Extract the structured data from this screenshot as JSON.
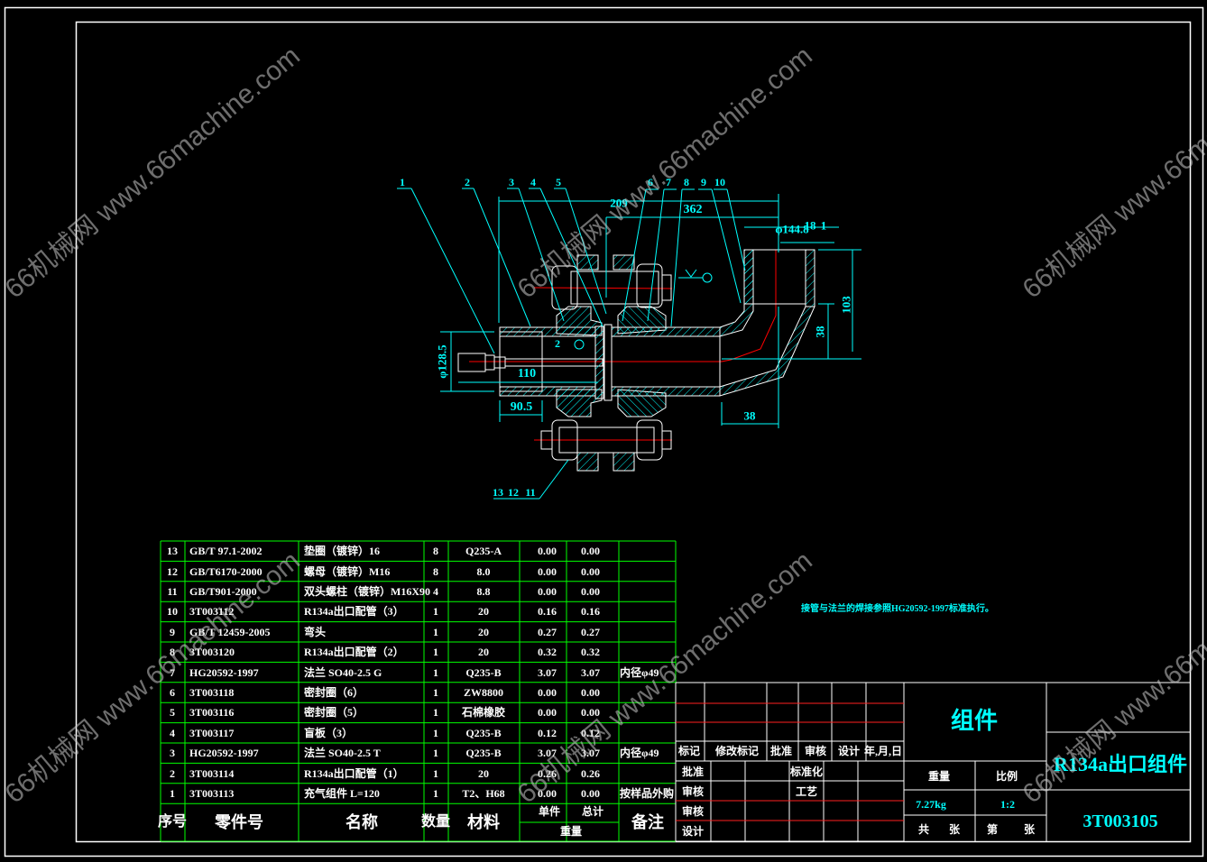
{
  "app": {
    "title": "R134a出口组件 CAD drawing"
  },
  "watermark": "66机械网 www.66machine.com",
  "colors": {
    "background": "#000000",
    "border": "#ffffff",
    "table_lines": "#00ff00",
    "dimension": "#00ffff",
    "center_line": "#ff0000",
    "title_text": "#00ffff"
  },
  "note": "接管与法兰的焊接参照HG20592-1997标准执行。",
  "drawing": {
    "balloons": [
      "1",
      "2",
      "3",
      "4",
      "5",
      "6",
      "7",
      "8",
      "9",
      "10",
      "13",
      "12",
      "11"
    ],
    "dimensions": {
      "overall": "209",
      "length_362": "362",
      "diameter_144": "φ144.8",
      "dim_18": "18",
      "dim_1": "1",
      "height_103": "103",
      "height_38": "38",
      "width_38": "38",
      "diameter_128": "φ128.5",
      "len_110": "110",
      "len_90": "90.5",
      "weld_2": "2"
    }
  },
  "bom": {
    "headers": {
      "no": "序号",
      "part_no": "零件号",
      "name": "名称",
      "qty": "数量",
      "material": "材料",
      "unit": "单件",
      "total": "总计",
      "weight": "重量",
      "remark": "备注"
    },
    "rows": [
      {
        "no": "13",
        "part_no": "GB/T 97.1-2002",
        "name": "垫圈（镀锌）16",
        "qty": "8",
        "material": "Q235-A",
        "unit": "0.00",
        "total": "0.00",
        "remark": ""
      },
      {
        "no": "12",
        "part_no": "GB/T6170-2000",
        "name": "螺母（镀锌）M16",
        "qty": "8",
        "material": "8.0",
        "unit": "0.00",
        "total": "0.00",
        "remark": ""
      },
      {
        "no": "11",
        "part_no": "GB/T901-2000",
        "name": "双头螺柱（镀锌）M16X90",
        "qty": "4",
        "material": "8.8",
        "unit": "0.00",
        "total": "0.00",
        "remark": ""
      },
      {
        "no": "10",
        "part_no": "3T003112",
        "name": "R134a出口配管（3）",
        "qty": "1",
        "material": "20",
        "unit": "0.16",
        "total": "0.16",
        "remark": ""
      },
      {
        "no": "9",
        "part_no": "GB/T 12459-2005",
        "name": "弯头",
        "qty": "1",
        "material": "20",
        "unit": "0.27",
        "total": "0.27",
        "remark": ""
      },
      {
        "no": "8",
        "part_no": "3T003120",
        "name": "R134a出口配管（2）",
        "qty": "1",
        "material": "20",
        "unit": "0.32",
        "total": "0.32",
        "remark": ""
      },
      {
        "no": "7",
        "part_no": "HG20592-1997",
        "name": "法兰 SO40-2.5 G",
        "qty": "1",
        "material": "Q235-B",
        "unit": "3.07",
        "total": "3.07",
        "remark": "内径φ49"
      },
      {
        "no": "6",
        "part_no": "3T003118",
        "name": "密封圈（6）",
        "qty": "1",
        "material": "ZW8800",
        "unit": "0.00",
        "total": "0.00",
        "remark": ""
      },
      {
        "no": "5",
        "part_no": "3T003116",
        "name": "密封圈（5）",
        "qty": "1",
        "material": "石棉橡胶",
        "unit": "0.00",
        "total": "0.00",
        "remark": ""
      },
      {
        "no": "4",
        "part_no": "3T003117",
        "name": "盲板（3）",
        "qty": "1",
        "material": "Q235-B",
        "unit": "0.12",
        "total": "0.12",
        "remark": ""
      },
      {
        "no": "3",
        "part_no": "HG20592-1997",
        "name": "法兰 SO40-2.5 T",
        "qty": "1",
        "material": "Q235-B",
        "unit": "3.07",
        "total": "3.07",
        "remark": "内径φ49"
      },
      {
        "no": "2",
        "part_no": "3T003114",
        "name": "R134a出口配管（1）",
        "qty": "1",
        "material": "20",
        "unit": "0.26",
        "total": "0.26",
        "remark": ""
      },
      {
        "no": "1",
        "part_no": "3T003113",
        "name": "充气组件 L=120",
        "qty": "1",
        "material": "T2、H68",
        "unit": "0.00",
        "total": "0.00",
        "remark": "按样品外购"
      }
    ]
  },
  "revision_block": {
    "header": [
      "标记",
      "修改标记",
      "批准",
      "审核",
      "设计",
      "年,月,日"
    ],
    "rows": [
      {
        "left": "批准",
        "mid": "标准化"
      },
      {
        "left": "审核",
        "mid": "工艺"
      },
      {
        "left": "审核",
        "mid": ""
      },
      {
        "left": "设计",
        "mid": ""
      }
    ]
  },
  "title_block": {
    "type": "组件",
    "weight_label": "重量",
    "scale_label": "比例",
    "weight": "7.27kg",
    "scale": "1:2",
    "sheets_total": "共",
    "sheets_unit": "张",
    "sheet_no": "第",
    "sheet_unit2": "张",
    "name": "R134a出口组件",
    "drawing_no": "3T003105"
  }
}
